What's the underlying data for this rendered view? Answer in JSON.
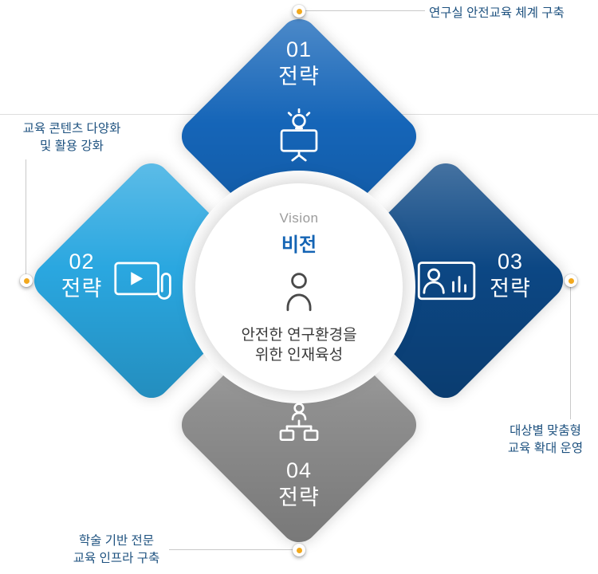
{
  "center": {
    "eyebrow": "Vision",
    "title": "비전",
    "subtitle_line1": "안전한 연구환경을",
    "subtitle_line2": "위한 인재육성"
  },
  "strategies": {
    "s01": {
      "number": "01",
      "label": "전략",
      "icon": "presentation-lightbulb-icon"
    },
    "s02": {
      "number": "02",
      "label": "전략",
      "icon": "media-player-paperclip-icon"
    },
    "s03": {
      "number": "03",
      "label": "전략",
      "icon": "person-analytics-screen-icon"
    },
    "s04": {
      "number": "04",
      "label": "전략",
      "icon": "organization-chart-icon"
    }
  },
  "callouts": {
    "top": {
      "line1": "연구실 안전교육 체계 구축"
    },
    "left": {
      "line1": "교육 콘텐츠 다양화",
      "line2": "및 활용 강화"
    },
    "right": {
      "line1": "대상별 맞춤형",
      "line2": "교육 확대 운영"
    },
    "bottom": {
      "line1": "학술 기반 전문",
      "line2": "교육 인프라 구축"
    }
  },
  "colors": {
    "diamond_top": "#1565b8",
    "diamond_left": "#2aa7e0",
    "diamond_right": "#0c4784",
    "diamond_bottom": "#8e8e8e",
    "vision_title": "#1464b4",
    "vision_eyebrow": "#9b9b9b",
    "subtitle_text": "#3a3a3a",
    "callout_text": "#1d517f",
    "marker_dot": "#f2a81d",
    "connector_line": "#c9c9c9",
    "guide_line": "#dedede"
  }
}
